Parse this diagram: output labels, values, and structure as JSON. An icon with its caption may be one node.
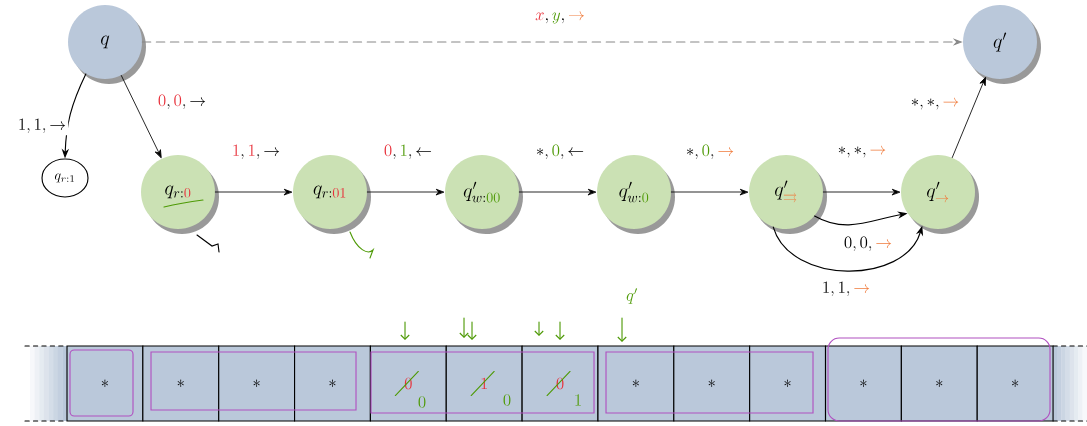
{
  "diagram": {
    "nodes": [
      {
        "text": [
          "q"
        ]
      },
      {
        "text": [
          "q'"
        ]
      },
      {
        "text": [
          "q_{r:\\textcolor[HTML]{E8303A}{0}}"
        ]
      },
      {
        "text": [
          "q_{r:\\textcolor[HTML]{E8303A}{01}}"
        ]
      },
      {
        "text": [
          "q'_{w:\\textcolor[HTML]{4E9A06}{00}}"
        ]
      },
      {
        "text": [
          "q'_{w:\\textcolor[HTML]{4E9A06}{0}}"
        ]
      },
      {
        "text": [
          "q'_{\\textcolor[HTML]{F07A3A}{\\rightrightarrows}}"
        ]
      },
      {
        "text": [
          "q'_{\\textcolor[HTML]{F07A3A}{\\rightarrow}}"
        ]
      },
      {
        "text": [
          "q_{r:1}"
        ]
      }
    ],
    "edges": [
      {
        "from": 0,
        "to": 1,
        "arrow": "to",
        "style": "dashed",
        "color": "#888888",
        "label": "\\textcolor[HTML]{E8303A}{x}, \\textcolor[HTML]{4E9A06}{y}, \\textcolor[HTML]{F07A3A}{\\rightarrow}"
      },
      {
        "from": 0,
        "to": 2,
        "arrow": "to",
        "label": "\\textcolor[HTML]{E8303A}{0}, \\textcolor[HTML]{E8303A}{0}, \\rightarrow"
      },
      {
        "from": 0,
        "to": 8,
        "arrow": "to",
        "label": "1, 1, \\rightarrow"
      },
      {
        "from": 2,
        "to": 3,
        "arrow": "to",
        "label": "\\textcolor[HTML]{E8303A}{1}, \\textcolor[HTML]{E8303A}{1}, \\rightarrow"
      },
      {
        "from": 3,
        "to": 4,
        "arrow": "to",
        "label": "\\textcolor[HTML]{E8303A}{0}, \\textcolor[HTML]{4E9A06}{1}, \\leftarrow"
      },
      {
        "from": 4,
        "to": 5,
        "arrow": "to",
        "label": "\\ast, \\textcolor[HTML]{4E9A06}{0}, \\leftarrow"
      },
      {
        "from": 5,
        "to": 6,
        "arrow": "to",
        "label": "\\ast, \\textcolor[HTML]{4E9A06}{0}, \\textcolor[HTML]{F07A3A}{\\rightarrow}"
      },
      {
        "from": 6,
        "to": 7,
        "arrow": "to",
        "label": "\\ast, \\ast, \\textcolor[HTML]{F07A3A}{\\rightarrow}"
      },
      {
        "from": 7,
        "to": 1,
        "arrow": "to",
        "label": "\\ast, \\ast, \\textcolor[HTML]{F07A3A}{\\rightarrow}"
      },
      {
        "from": 6,
        "to": 7,
        "arrow": "to",
        "label": "0, 0, \\textcolor[HTML]{F07A3A}{\\rightarrow}"
      },
      {
        "from": 6,
        "to": 7,
        "arrow": "to",
        "label": "1, 1, \\textcolor[HTML]{F07A3A}{\\rightarrow}"
      }
    ],
    "labels": [
      "\\ast",
      "\\ast",
      "\\ast",
      "\\ast",
      "\\textcolor[HTML]{E8303A}{0}",
      "\\textcolor[HTML]{E8303A}{1}",
      "\\textcolor[HTML]{E8303A}{0}",
      "\\ast",
      "\\ast",
      "\\ast",
      "\\ast",
      "\\ast",
      "\\ast",
      "0",
      "0",
      "1",
      "q^{\\prime}"
    ]
  }
}
